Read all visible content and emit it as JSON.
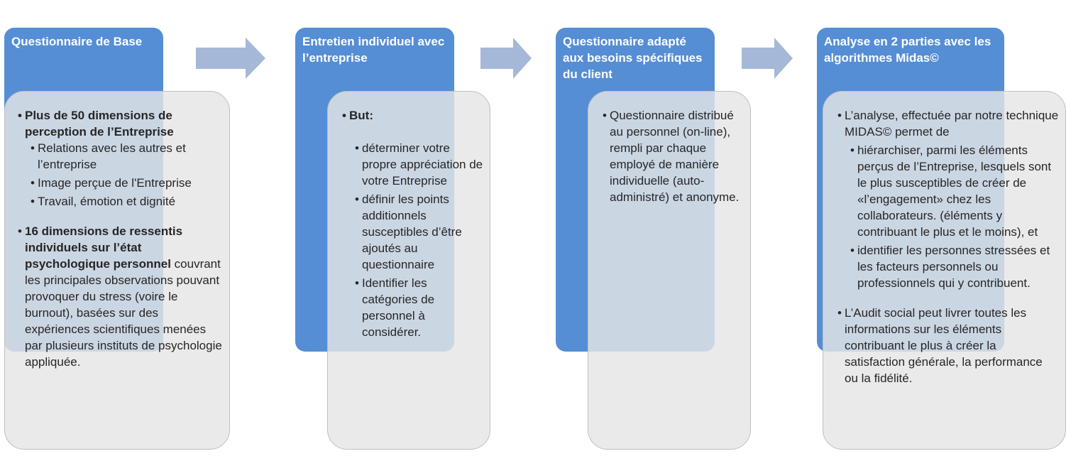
{
  "steps": [
    {
      "title": "Questionnaire de Base",
      "bullets": [
        {
          "lead": "Plus de 50 dimensions de perception de l’Entreprise",
          "text": ""
        },
        {
          "lead": "16 dimensions de ressentis individuels sur l’état psychologique personnel",
          "text": "couvrant les principales observations pouvant provoquer du stress (voire le burnout), basées sur des expériences scientifiques menées par plusieurs instituts de psychologie appliquée."
        }
      ],
      "subbullets": [
        "Relations avec les autres et l’entreprise",
        "Image perçue de l'Entreprise",
        " Travail, émotion et dignité"
      ]
    },
    {
      "title": "Entretien individuel avec l’entreprise",
      "lead": "But:",
      "subbullets": [
        "déterminer votre propre appréciation de votre Entreprise",
        "définir les points additionnels susceptibles d’être ajoutés au questionnaire",
        "Identifier les catégories de personnel à considérer."
      ]
    },
    {
      "title": "Questionnaire adapté aux besoins spécifiques du client",
      "bullet": "Questionnaire distribué au personnel (on-line), rempli par chaque employé de manière individuelle (auto-administré) et anonyme."
    },
    {
      "title": "Analyse en 2 parties avec les algorithmes Midas©",
      "bullet1": "L’analyse, effectuée par notre technique MIDAS© permet de",
      "subbullet1": "hiérarchiser, parmi les éléments perçus de l’Entreprise, lesquels sont le plus susceptibles de créer de «l’engagement» chez les collaborateurs. (éléments y contribuant le plus et le moins), et",
      "subbullet2": "identifier les personnes stressées et les facteurs personnels ou professionnels qui y contribuent.",
      "bullet2": "L’Audit social peut livrer toutes les informations sur les éléments contribuant le plus à créer la satisfaction générale, la performance ou la fidélité."
    }
  ],
  "colors": {
    "header": "#558ed5",
    "arrow": "#a6b8d8",
    "card": "#e5e5e5",
    "card_border": "#bfbfbf"
  },
  "icons": [
    "right-arrow-icon",
    "right-arrow-icon",
    "right-arrow-icon"
  ]
}
